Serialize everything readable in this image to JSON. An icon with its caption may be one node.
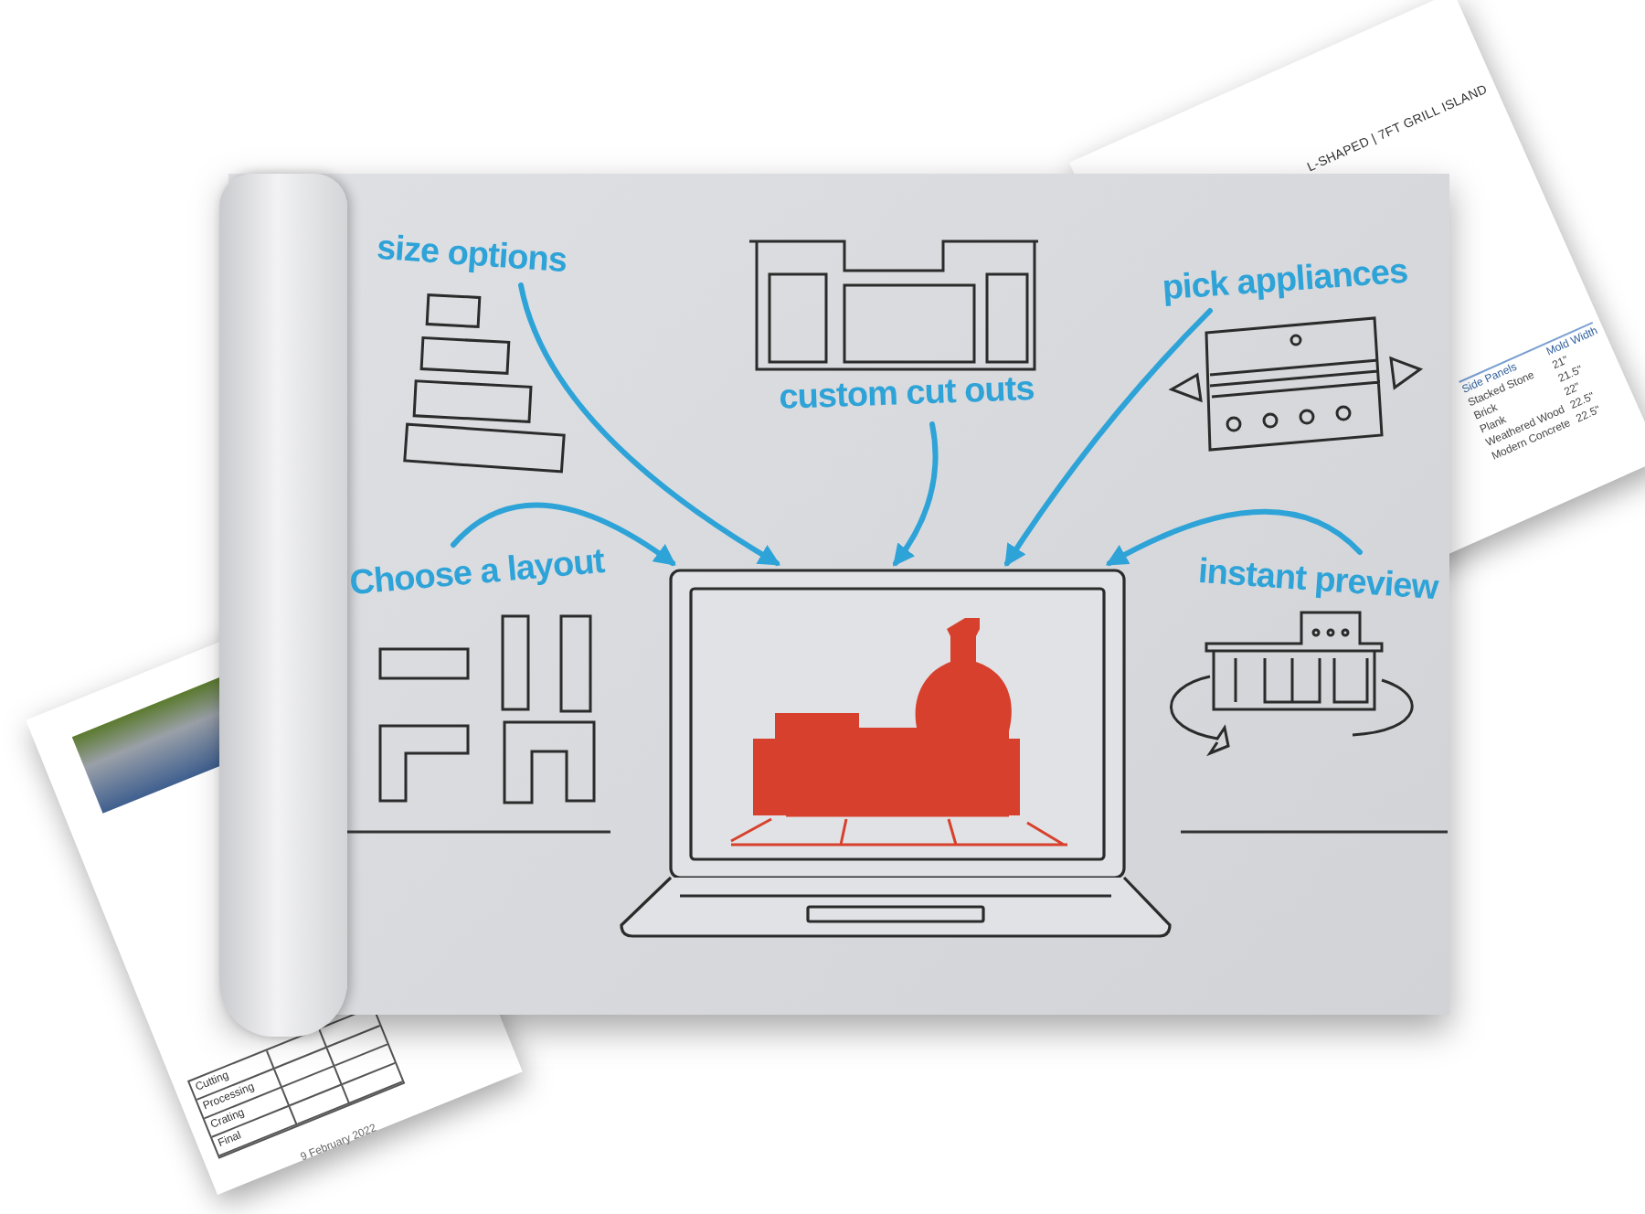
{
  "diagram": {
    "nodes": [
      {
        "text": [
          "size options"
        ]
      },
      {
        "text": [
          "custom cut outs"
        ]
      },
      {
        "text": [
          "pick appliances"
        ]
      },
      {
        "text": [
          "Choose a layout"
        ]
      },
      {
        "text": [
          "instant preview"
        ]
      },
      {
        "text": [],
        "shape": "picture"
      }
    ],
    "edges": [
      {
        "from": 0,
        "to": 5,
        "arrow": "to"
      },
      {
        "from": 1,
        "to": 5,
        "arrow": "to"
      },
      {
        "from": 2,
        "to": 5,
        "arrow": "to"
      },
      {
        "from": 3,
        "to": 5,
        "arrow": "to"
      },
      {
        "from": 4,
        "to": 5,
        "arrow": "to"
      }
    ],
    "labels": [
      "L-SHAPED | 7FT GRILL ISLAND",
      "Side Panels",
      "Mold Width",
      "Stacked Stone",
      "21\"",
      "Brick",
      "21.5\"",
      "Plank",
      "22\"",
      "Weathered Wood",
      "22.5\"",
      "Modern Concrete",
      "22.5\"",
      "Cutting",
      "Processing",
      "Crating",
      "Final",
      "9 February 2022"
    ]
  }
}
